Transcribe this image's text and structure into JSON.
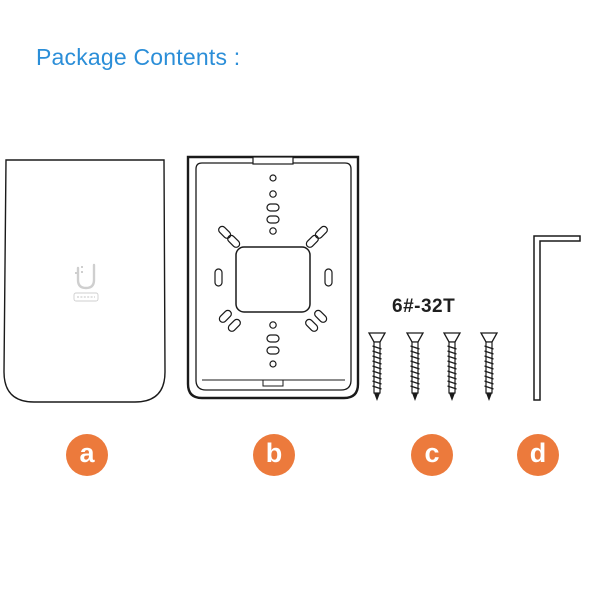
{
  "header": {
    "title": "Package Contents :"
  },
  "items": {
    "a": {
      "badge": "a"
    },
    "b": {
      "badge": "b"
    },
    "c": {
      "badge": "c",
      "spec": "6#-32T"
    },
    "d": {
      "badge": "d"
    }
  },
  "colors": {
    "title": "#2b8ed8",
    "badge": "#ec7a3c",
    "line": "#1a1a1a",
    "logo": "#cfcfcf"
  },
  "icons": {
    "a": "faceplate-cover-icon",
    "b": "wall-mount-bracket-icon",
    "c": "screw-icon",
    "d": "allen-key-icon"
  }
}
